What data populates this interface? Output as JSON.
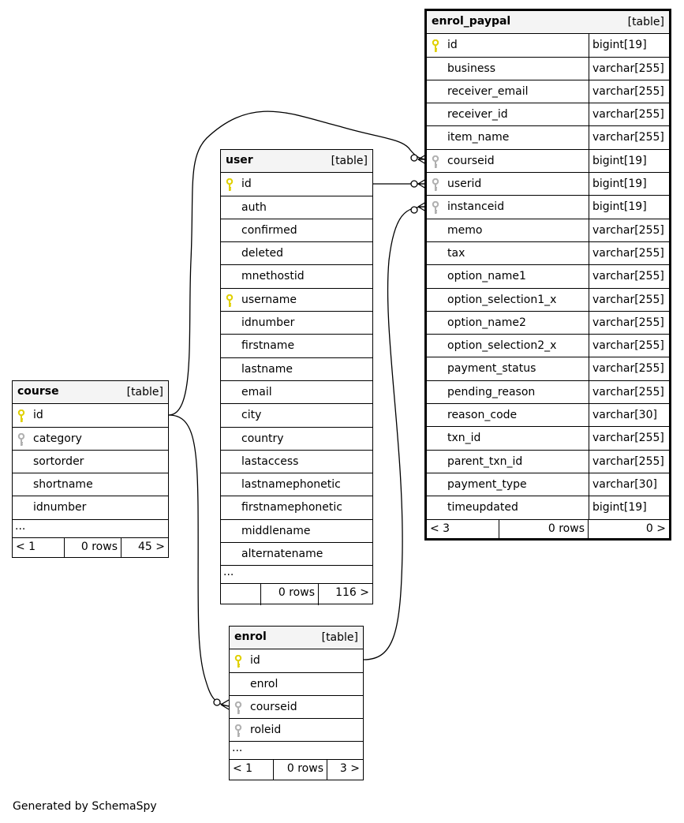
{
  "tables": {
    "enrol_paypal": {
      "name": "enrol_paypal",
      "tag": "[table]",
      "columns": [
        {
          "name": "id",
          "type": "bigint[19]",
          "key": "primary"
        },
        {
          "name": "business",
          "type": "varchar[255]",
          "key": "none"
        },
        {
          "name": "receiver_email",
          "type": "varchar[255]",
          "key": "none"
        },
        {
          "name": "receiver_id",
          "type": "varchar[255]",
          "key": "none"
        },
        {
          "name": "item_name",
          "type": "varchar[255]",
          "key": "none"
        },
        {
          "name": "courseid",
          "type": "bigint[19]",
          "key": "foreign"
        },
        {
          "name": "userid",
          "type": "bigint[19]",
          "key": "foreign"
        },
        {
          "name": "instanceid",
          "type": "bigint[19]",
          "key": "foreign"
        },
        {
          "name": "memo",
          "type": "varchar[255]",
          "key": "none"
        },
        {
          "name": "tax",
          "type": "varchar[255]",
          "key": "none"
        },
        {
          "name": "option_name1",
          "type": "varchar[255]",
          "key": "none"
        },
        {
          "name": "option_selection1_x",
          "type": "varchar[255]",
          "key": "none"
        },
        {
          "name": "option_name2",
          "type": "varchar[255]",
          "key": "none"
        },
        {
          "name": "option_selection2_x",
          "type": "varchar[255]",
          "key": "none"
        },
        {
          "name": "payment_status",
          "type": "varchar[255]",
          "key": "none"
        },
        {
          "name": "pending_reason",
          "type": "varchar[255]",
          "key": "none"
        },
        {
          "name": "reason_code",
          "type": "varchar[30]",
          "key": "none"
        },
        {
          "name": "txn_id",
          "type": "varchar[255]",
          "key": "none"
        },
        {
          "name": "parent_txn_id",
          "type": "varchar[255]",
          "key": "none"
        },
        {
          "name": "payment_type",
          "type": "varchar[30]",
          "key": "none"
        },
        {
          "name": "timeupdated",
          "type": "bigint[19]",
          "key": "none"
        }
      ],
      "footer": {
        "parents": "< 3",
        "rows": "0 rows",
        "children": "0 >"
      }
    },
    "user": {
      "name": "user",
      "tag": "[table]",
      "columns": [
        {
          "name": "id",
          "key": "primary"
        },
        {
          "name": "auth",
          "key": "none"
        },
        {
          "name": "confirmed",
          "key": "none"
        },
        {
          "name": "deleted",
          "key": "none"
        },
        {
          "name": "mnethostid",
          "key": "none"
        },
        {
          "name": "username",
          "key": "primary"
        },
        {
          "name": "idnumber",
          "key": "none"
        },
        {
          "name": "firstname",
          "key": "none"
        },
        {
          "name": "lastname",
          "key": "none"
        },
        {
          "name": "email",
          "key": "none"
        },
        {
          "name": "city",
          "key": "none"
        },
        {
          "name": "country",
          "key": "none"
        },
        {
          "name": "lastaccess",
          "key": "none"
        },
        {
          "name": "lastnamephonetic",
          "key": "none"
        },
        {
          "name": "firstnamephonetic",
          "key": "none"
        },
        {
          "name": "middlename",
          "key": "none"
        },
        {
          "name": "alternatename",
          "key": "none"
        }
      ],
      "ellipsis": "...",
      "footer": {
        "parents": "",
        "rows": "0 rows",
        "children": "116 >"
      }
    },
    "course": {
      "name": "course",
      "tag": "[table]",
      "columns": [
        {
          "name": "id",
          "key": "primary"
        },
        {
          "name": "category",
          "key": "foreign"
        },
        {
          "name": "sortorder",
          "key": "none"
        },
        {
          "name": "shortname",
          "key": "none"
        },
        {
          "name": "idnumber",
          "key": "none"
        }
      ],
      "ellipsis": "...",
      "footer": {
        "parents": "< 1",
        "rows": "0 rows",
        "children": "45 >"
      }
    },
    "enrol": {
      "name": "enrol",
      "tag": "[table]",
      "columns": [
        {
          "name": "id",
          "key": "primary"
        },
        {
          "name": "enrol",
          "key": "none"
        },
        {
          "name": "courseid",
          "key": "foreign"
        },
        {
          "name": "roleid",
          "key": "foreign"
        }
      ],
      "ellipsis": "...",
      "footer": {
        "parents": "< 1",
        "rows": "0 rows",
        "children": "3 >"
      }
    }
  },
  "relationships": [
    {
      "from": "course.id",
      "to": "enrol_paypal.courseid"
    },
    {
      "from": "user.id",
      "to": "enrol_paypal.userid"
    },
    {
      "from": "enrol.id",
      "to": "enrol_paypal.instanceid"
    },
    {
      "from": "course.id",
      "to": "enrol.courseid"
    }
  ],
  "colors": {
    "primary_key": "#e0d000",
    "foreign_key": "#b0b0b0",
    "header_bg": "#f4f4f4"
  },
  "footer_note": "Generated by SchemaSpy"
}
